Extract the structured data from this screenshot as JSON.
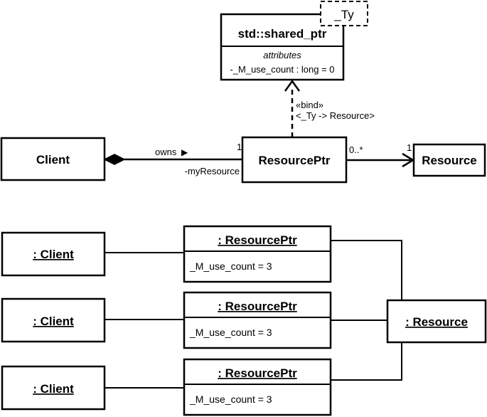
{
  "template_class": {
    "name": "std::shared_ptr",
    "template_param": "_Ty",
    "section_label": "attributes",
    "attribute": "-_M_use_count : long = 0"
  },
  "bind_relation": {
    "stereotype": "«bind»",
    "binding": "<_Ty -> Resource>"
  },
  "classes": {
    "client": "Client",
    "resource_ptr": "ResourcePtr",
    "resource": "Resource"
  },
  "associations": {
    "owns_label": "owns",
    "owns_arrow": "▶",
    "client_multiplicity": "1",
    "role_name": "-myResource",
    "ptr_multiplicity": "0..*",
    "resource_multiplicity": "1"
  },
  "instances": {
    "clients": [
      ": Client",
      ": Client",
      ": Client"
    ],
    "resource_ptrs": [
      {
        "name": ": ResourcePtr",
        "slot": "_M_use_count = 3"
      },
      {
        "name": ": ResourcePtr",
        "slot": "_M_use_count = 3"
      },
      {
        "name": ": ResourcePtr",
        "slot": "_M_use_count = 3"
      }
    ],
    "resource": ": Resource"
  },
  "colors": {
    "stroke": "#000000",
    "background": "#ffffff"
  }
}
